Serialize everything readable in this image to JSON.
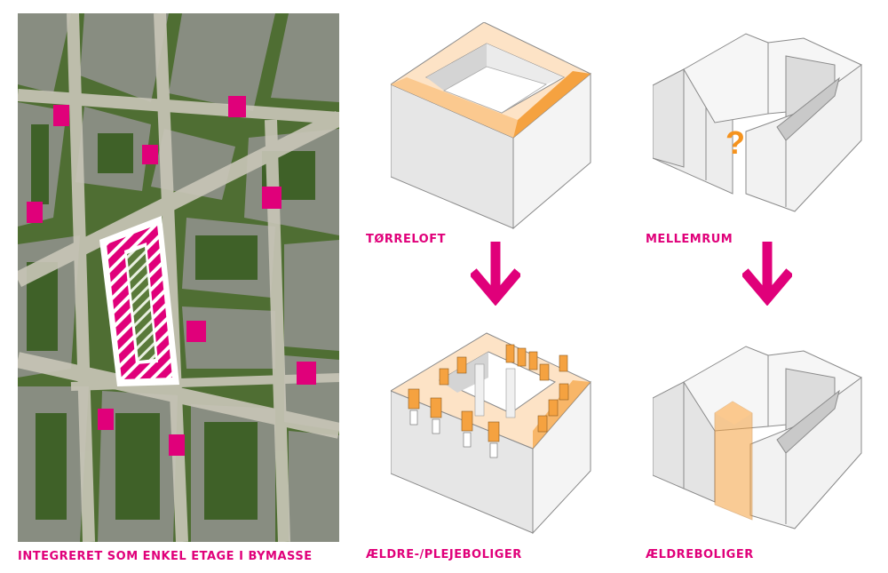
{
  "colors": {
    "accent": "#e0007a",
    "orange": "#f5a240",
    "orange_light": "#fde3c6",
    "question": "#f5931e",
    "building_face": "#e8e8e8",
    "building_top": "#ffffff",
    "building_line": "#8a8a8a"
  },
  "labels": {
    "map_caption": "INTEGRERET SOM ENKEL ETAGE I BYMASSE",
    "block1_top": "TØRRELOFT",
    "block1_bottom": "ÆLDRE-/PLEJEBOLIGER",
    "block2_top": "MELLEMRUM",
    "block2_bottom": "ÆLDREBOLIGER",
    "question_mark": "?"
  },
  "icons": {
    "arrow1": "arrow-down-icon",
    "arrow2": "arrow-down-icon"
  }
}
